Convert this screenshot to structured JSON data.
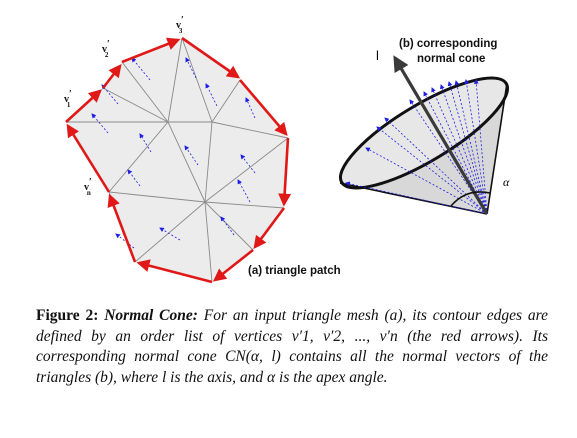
{
  "figure": {
    "panel_a_label": "(a) triangle patch",
    "panel_b_label_line1": "(b) corresponding",
    "panel_b_label_line2": "normal cone",
    "axis_label": "l",
    "angle_label": "α",
    "vertex_labels": [
      {
        "base": "v",
        "prime": "′",
        "sub": "1"
      },
      {
        "base": "v",
        "prime": "′",
        "sub": "2"
      },
      {
        "base": "v",
        "prime": "′",
        "sub": "3"
      },
      {
        "base": "v",
        "prime": "′",
        "sub": "n"
      }
    ],
    "colors": {
      "contour": "#e01818",
      "normals": "#1e1ee6",
      "mesh_fill": "#ececec",
      "mesh_edge": "#8a8a8a",
      "cone_fill": "#dcdcdc",
      "axis": "#3a3a3a"
    }
  },
  "caption": {
    "fig_num": "Figure 2:",
    "fig_title": "Normal Cone:",
    "body": "For an input triangle mesh (a), its contour edges are defined by an order list of vertices v′1, v′2, ..., v′n (the red arrows). Its corresponding normal cone CN(α, l) contains all the normal vectors of the triangles (b), where l is the axis, and α is the apex angle."
  }
}
